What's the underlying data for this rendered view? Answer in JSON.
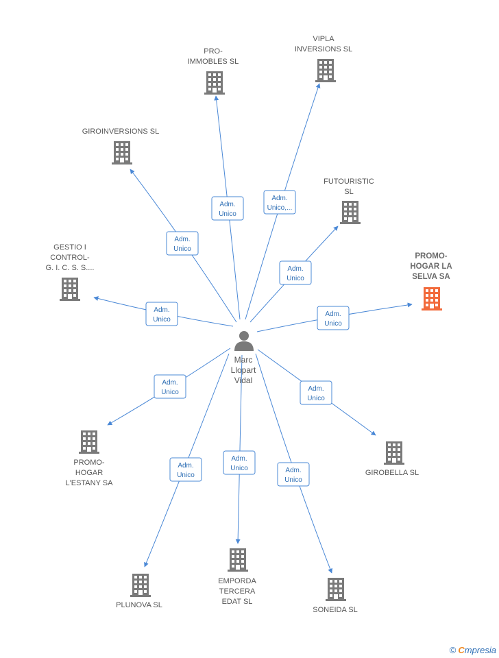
{
  "colors": {
    "edge": "#4a88d6",
    "building": "#7a7a7a",
    "building_highlight": "#f26a3b",
    "person": "#7a7a7a",
    "logo_orange": "#f08a24",
    "logo_blue": "#2f6fb5"
  },
  "icons": {
    "company": "building-icon",
    "person": "person-icon",
    "copyright": "copyright-icon"
  },
  "center": {
    "name_lines": [
      "Marc",
      "Llopart",
      "Vidal"
    ]
  },
  "companies": [
    {
      "id": "pro-immobles",
      "lines": [
        "PRO-",
        "IMMOBLES SL"
      ],
      "highlight": false,
      "edge_label": [
        "Adm.",
        "Unico"
      ]
    },
    {
      "id": "vipla",
      "lines": [
        "VIPLA",
        "INVERSIONS SL"
      ],
      "highlight": false,
      "edge_label": [
        "Adm.",
        "Unico,..."
      ]
    },
    {
      "id": "giroinversions",
      "lines": [
        "GIROINVERSIONS SL"
      ],
      "highlight": false,
      "edge_label": [
        "Adm.",
        "Unico"
      ]
    },
    {
      "id": "futouristic",
      "lines": [
        "FUTOURISTIC",
        "SL"
      ],
      "highlight": false,
      "edge_label": [
        "Adm.",
        "Unico"
      ]
    },
    {
      "id": "gestio-control",
      "lines": [
        "GESTIO I",
        "CONTROL-",
        "G. I. C. S. S...."
      ],
      "highlight": false,
      "edge_label": [
        "Adm.",
        "Unico"
      ]
    },
    {
      "id": "promo-hogar-la-selva",
      "lines": [
        "PROMO-",
        "HOGAR LA",
        "SELVA SA"
      ],
      "highlight": true,
      "edge_label": [
        "Adm.",
        "Unico"
      ]
    },
    {
      "id": "promo-hogar-estany",
      "lines": [
        "PROMO-",
        "HOGAR",
        "L'ESTANY SA"
      ],
      "highlight": false,
      "edge_label": [
        "Adm.",
        "Unico"
      ]
    },
    {
      "id": "girobella",
      "lines": [
        "GIROBELLA SL"
      ],
      "highlight": false,
      "edge_label": [
        "Adm.",
        "Unico"
      ]
    },
    {
      "id": "plunova",
      "lines": [
        "PLUNOVA SL"
      ],
      "highlight": false,
      "edge_label": [
        "Adm.",
        "Unico"
      ]
    },
    {
      "id": "emporda-tercera",
      "lines": [
        "EMPORDA",
        "TERCERA",
        "EDAT SL"
      ],
      "highlight": false,
      "edge_label": [
        "Adm.",
        "Unico"
      ]
    },
    {
      "id": "soneida",
      "lines": [
        "SONEIDA SL"
      ],
      "highlight": false,
      "edge_label": [
        "Adm.",
        "Unico"
      ]
    }
  ],
  "footer": {
    "copyright": "©",
    "brand_first": "C",
    "brand_rest": "mpresia"
  }
}
